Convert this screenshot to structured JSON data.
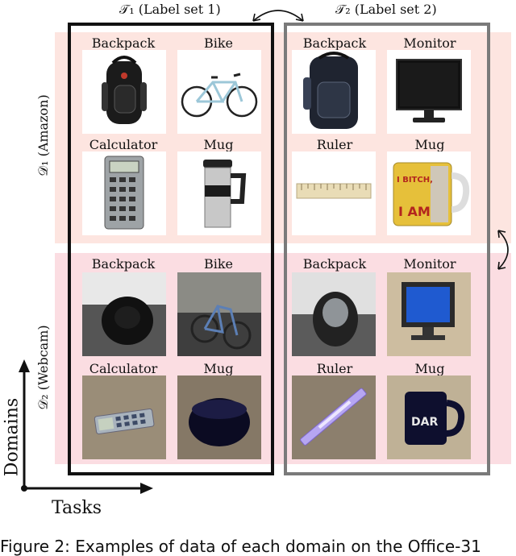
{
  "tasks": {
    "t1": "𝒯₁ (Label set 1)",
    "t2": "𝒯₂ (Label set 2)"
  },
  "domains": {
    "d1": "𝒟₁ (Amazon)",
    "d2": "𝒟₂ (Webcam)"
  },
  "cells": {
    "d1t1": [
      "Backpack",
      "Bike",
      "Calculator",
      "Mug"
    ],
    "d1t2": [
      "Backpack",
      "Monitor",
      "Ruler",
      "Mug"
    ],
    "d2t1": [
      "Backpack",
      "Bike",
      "Calculator",
      "Mug"
    ],
    "d2t2": [
      "Backpack",
      "Monitor",
      "Ruler",
      "Mug"
    ]
  },
  "mug_print": {
    "line1": "I BITCH,",
    "line2": "I AM"
  },
  "webcam_mug_logo": "DAR",
  "axes": {
    "y": "Domains",
    "x": "Tasks"
  },
  "caption": "Figure 2: Examples of data of each domain on the Office-31"
}
